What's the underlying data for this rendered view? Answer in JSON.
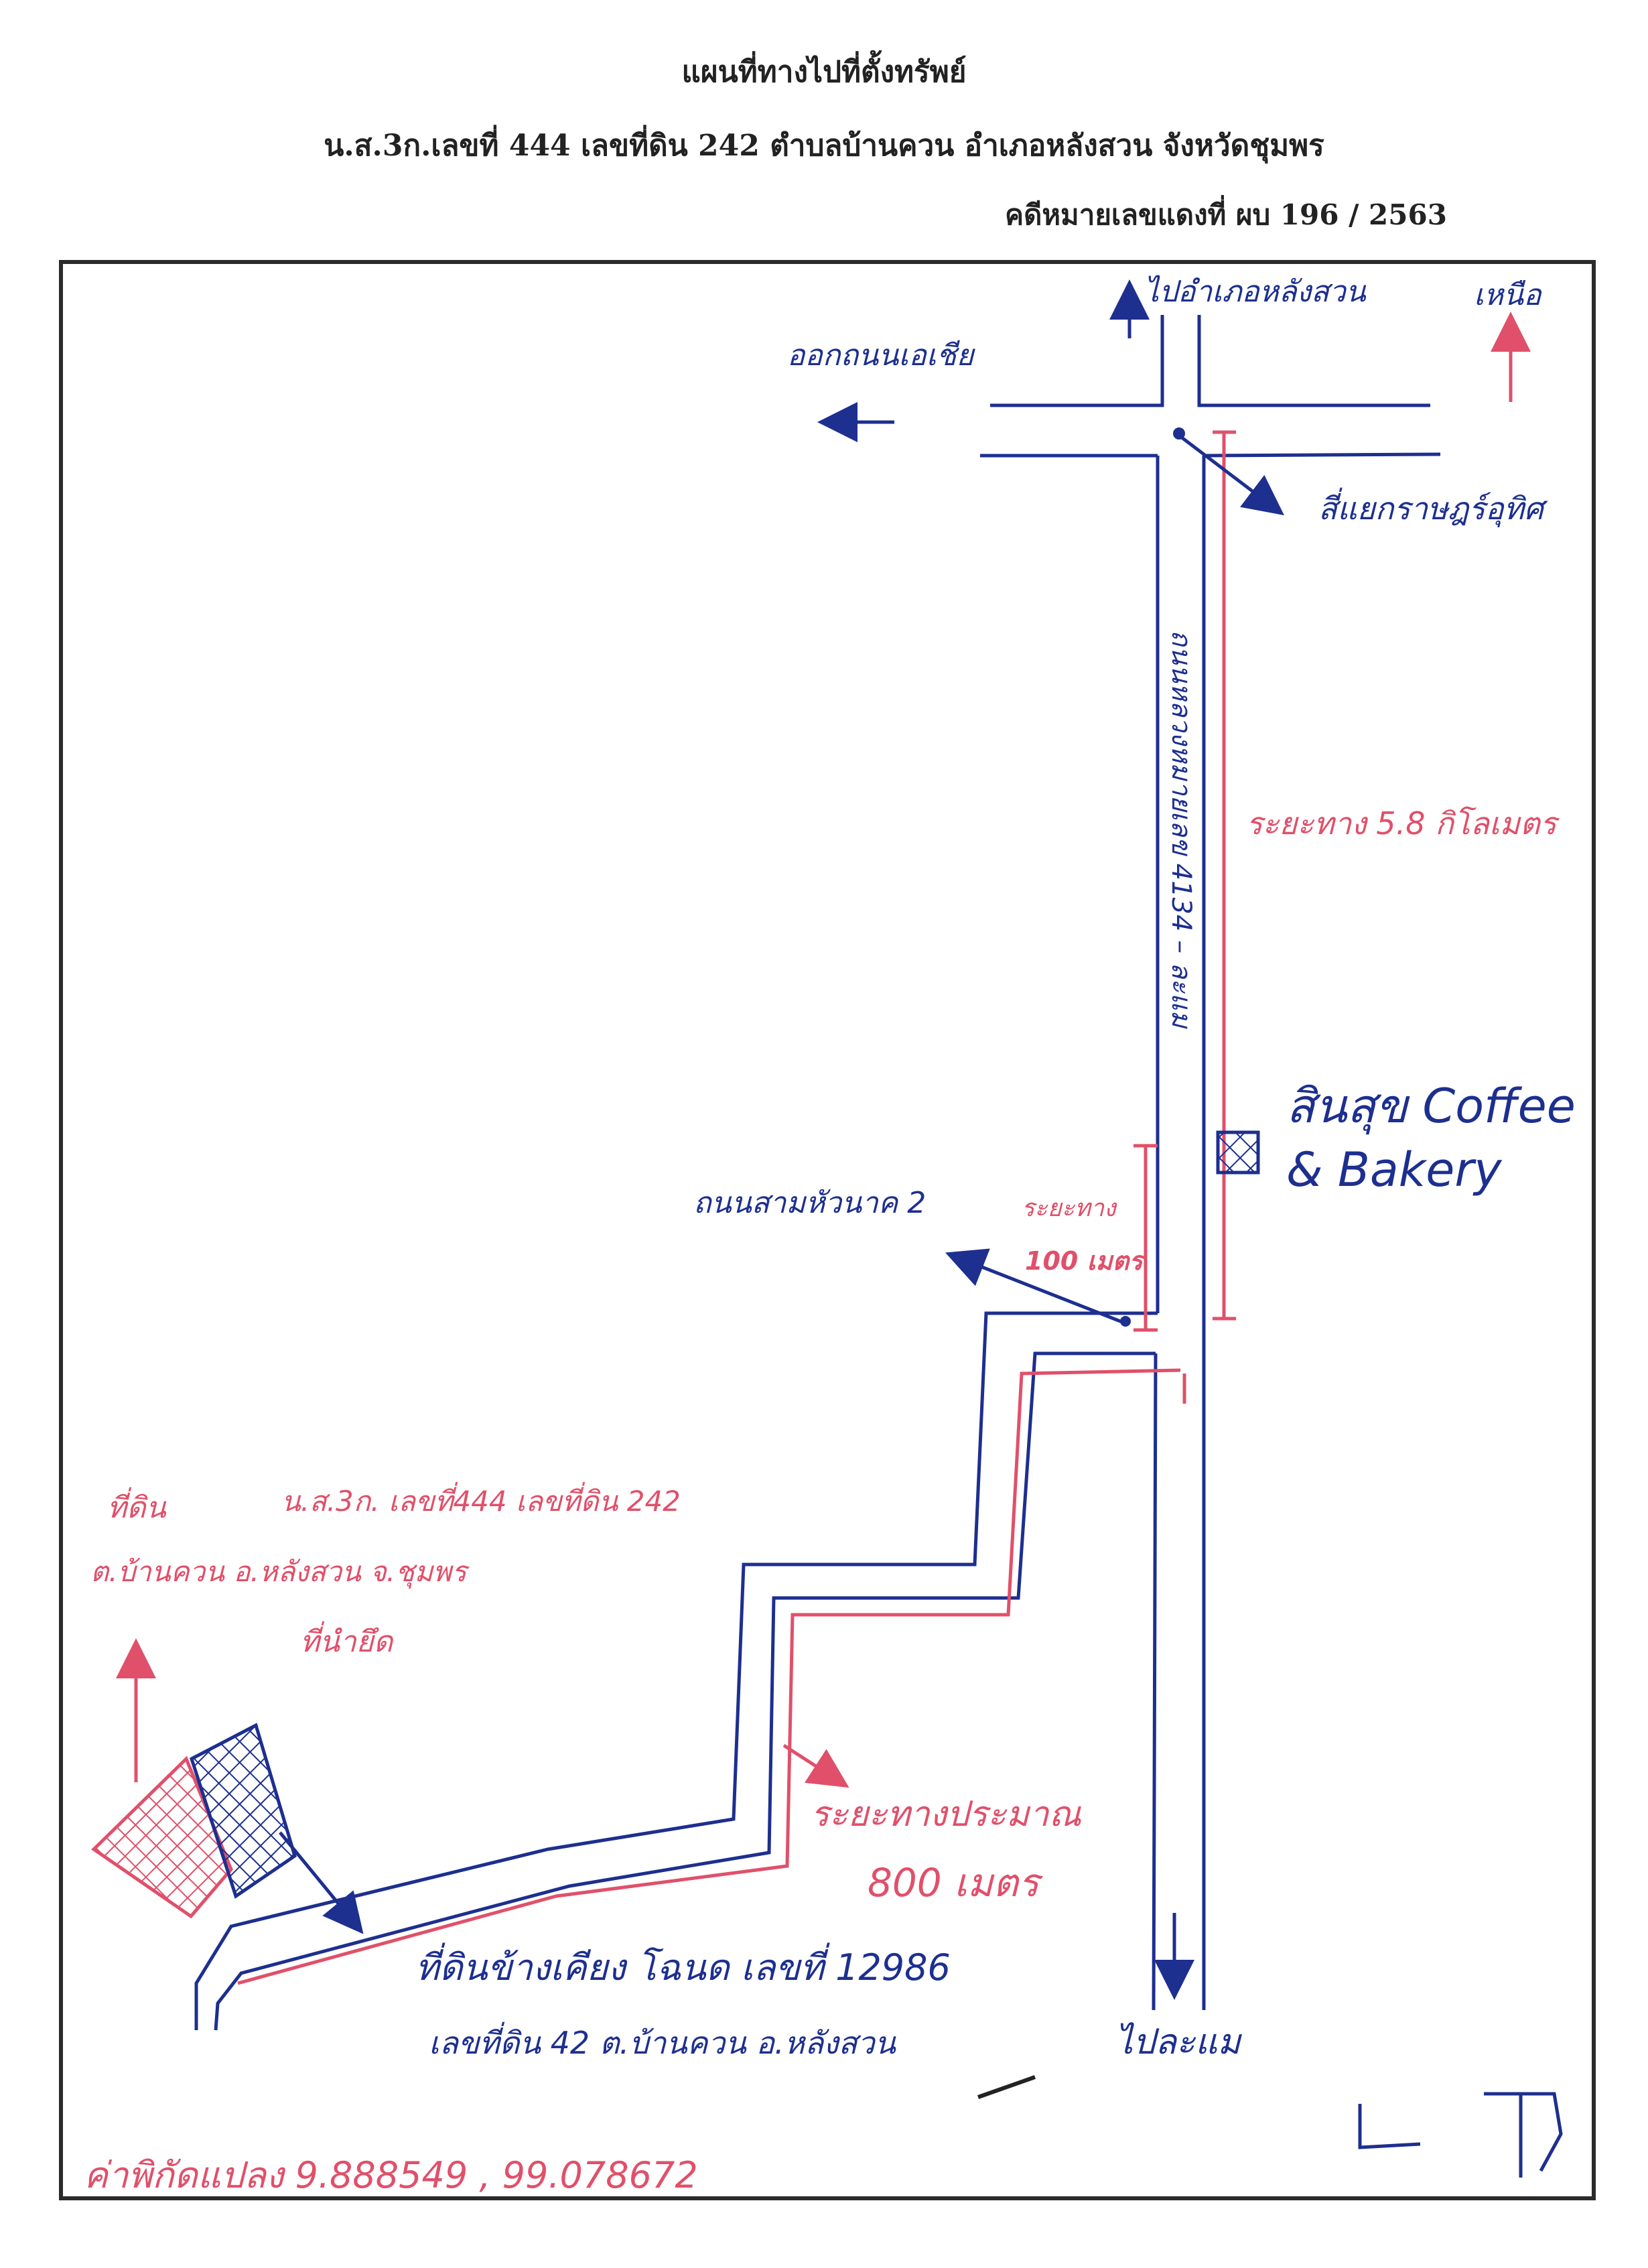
{
  "header": {
    "title": "แผนที่ทางไปที่ตั้งทรัพย์",
    "deed_line": "น.ส.3ก.เลขที่ 444 เลขที่ดิน 242 ตำบลบ้านควน อำเภอหลังสวน จังหวัดชุมพร",
    "case_line": "คดีหมายเลขแดงที่ ผบ 196 / 2563"
  },
  "map": {
    "to_district": "ไปอำเภอหลังสวน",
    "north": "เหนือ",
    "to_asian_highway": "ออกถนนเอเชีย",
    "intersection": "สี่แยกราษฎร์อุทิศ",
    "main_road": "ถนนหลวงหมายเลข 4134 – ละแม",
    "distance_main": "ระยะทาง 5.8 กิโลเมตร",
    "landmark": "สินสุข Coffee & Bakery",
    "landmark_line1": "สินสุข Coffee",
    "landmark_line2": "& Bakery",
    "side_road": "ถนนสามหัวนาค 2",
    "distance_side_label": "ระยะทาง",
    "distance_side_value": "100 เมตร",
    "property_line1": "ที่ดิน",
    "property_line2": "น.ส.3ก. เลขที่444 เลขที่ดิน 242",
    "property_line3": "ต.บ้านควน อ.หลังสวน จ.ชุมพร",
    "property_line4": "ที่นำยึด",
    "distance_approx_label": "ระยะทางประมาณ",
    "distance_approx_value": "800 เมตร",
    "neighbor_line1": "ที่ดินข้างเคียง โฉนด เลขที่ 12986",
    "neighbor_line2": "เลขที่ดิน 42 ต.บ้านควน อ.หลังสวน",
    "to_lamae": "ไปละแม",
    "coordinates": "ค่าพิกัดแปลง 9.888549 , 99.078672"
  },
  "colors": {
    "blue": "#1d2f8f",
    "red": "#e0506a",
    "dark": "#222222"
  }
}
